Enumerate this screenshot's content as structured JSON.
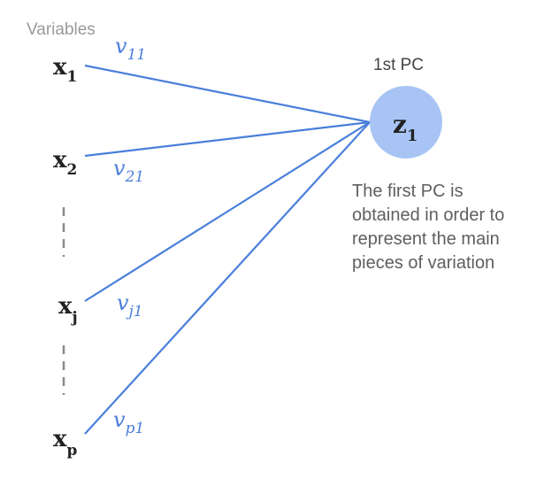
{
  "header": {
    "label": "Variables"
  },
  "variables": [
    {
      "letter": "x",
      "sub": "1"
    },
    {
      "letter": "x",
      "sub": "2"
    },
    {
      "letter": "x",
      "sub": "j"
    },
    {
      "letter": "x",
      "sub": "p"
    }
  ],
  "weights": [
    {
      "letter": "v",
      "sub": "11"
    },
    {
      "letter": "v",
      "sub": "21"
    },
    {
      "letter": "v",
      "sub": "j1"
    },
    {
      "letter": "v",
      "sub": "p1"
    }
  ],
  "component": {
    "title": "1st PC",
    "letter": "z",
    "sub": "1"
  },
  "description": {
    "lines": [
      "The first PC is",
      "obtained in order to",
      "represent the main",
      "pieces of variation"
    ]
  },
  "colors": {
    "edge": "#4a7fdb",
    "weight_text": "#4a7fdb",
    "node_fill": "#a7c4f5",
    "muted_text": "#9a9a9a",
    "desc_text": "#5f5f5f",
    "var_text": "#222222",
    "dash": "#8a8a8a"
  }
}
